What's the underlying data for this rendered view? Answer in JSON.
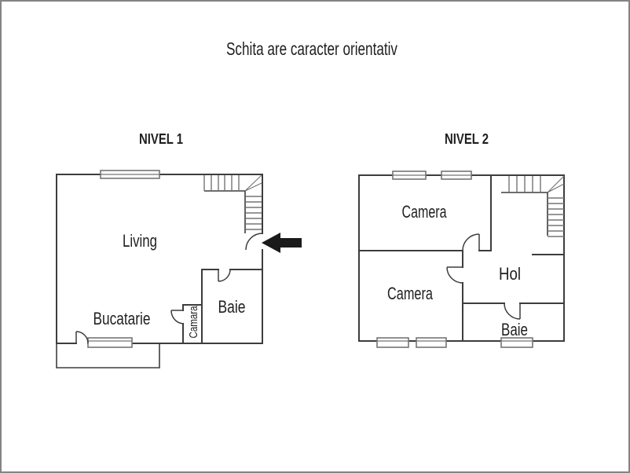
{
  "title": "Schita are caracter orientativ",
  "colors": {
    "wall": "#3d3d3d",
    "secondary": "#757575",
    "text": "#1f1f1f",
    "arrow": "#1a1a1a",
    "frame": "#848484",
    "background": "#ffffff"
  },
  "icons": {
    "entrance_arrow": "arrow-left"
  },
  "levels": [
    {
      "label": "NIVEL 1",
      "rooms": [
        "Living",
        "Bucatarie",
        "Camara",
        "Baie"
      ]
    },
    {
      "label": "NIVEL 2",
      "rooms": [
        "Camera",
        "Camera",
        "Hol",
        "Baie"
      ]
    }
  ]
}
